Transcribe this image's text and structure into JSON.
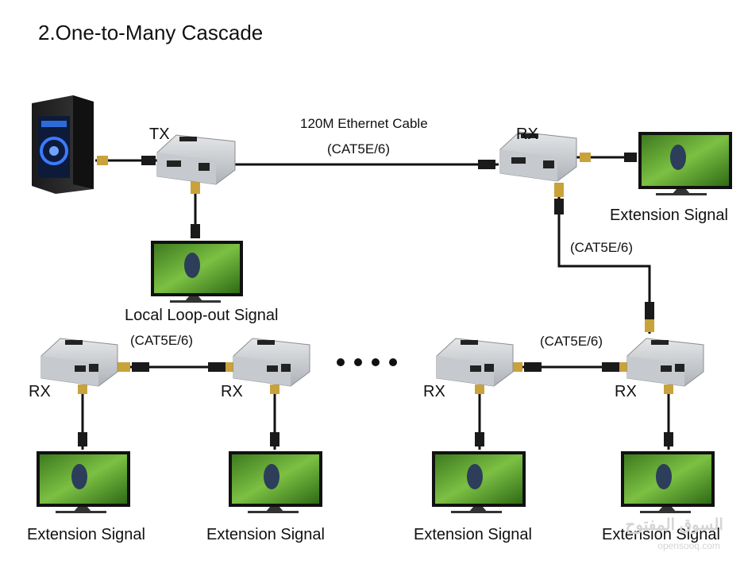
{
  "title": "2.One-to-Many Cascade",
  "labels": {
    "tx": "TX",
    "rx": "RX",
    "cable_main": "120M Ethernet Cable",
    "cat": "(CAT5E/6)",
    "local_loop": "Local Loop-out Signal",
    "extension": "Extension Signal"
  },
  "watermark": {
    "arabic": "السوق المفتوح",
    "latin": "opensooq.com"
  },
  "colors": {
    "cable": "#111111",
    "device_body": "#b8bcc1",
    "device_top": "#d9dcdf",
    "screen_green": "#4f9a2c",
    "pc_blue": "#2f6bd8"
  }
}
